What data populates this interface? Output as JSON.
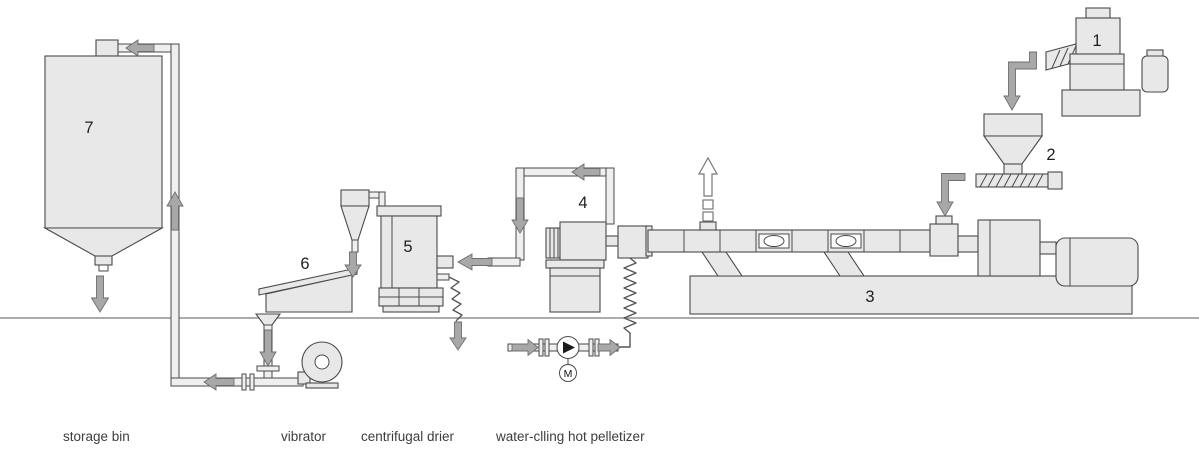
{
  "diagram": {
    "numbers": {
      "mixer": "1",
      "feed_hopper": "2",
      "extruder": "3",
      "pelletizer": "4",
      "centrifugal_drier": "5",
      "vibrator": "6",
      "storage_bin": "7"
    },
    "captions": {
      "storage_bin": "storage bin",
      "vibrator": "vibrator",
      "centrifugal_drier": "centrifugal drier",
      "pelletizer": "water-clling hot pelletizer"
    },
    "pump_motor_label": "M",
    "colors": {
      "machine_fill": "#e8e8e8",
      "outline": "#4a4a4a",
      "arrow_fill": "#a8a8a8",
      "arrow_outline": "#6e6e6e",
      "ground": "#909090"
    }
  }
}
